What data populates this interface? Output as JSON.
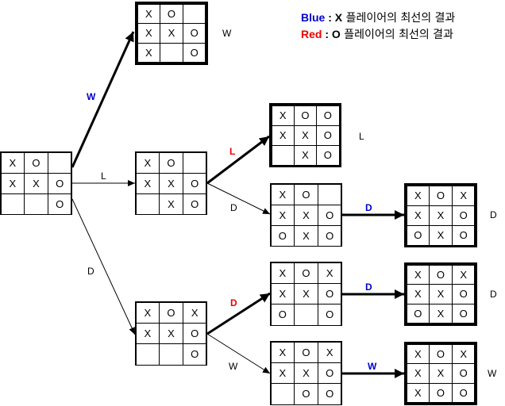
{
  "colors": {
    "blue": "#0000cc",
    "red": "#ee0000",
    "black": "#000000"
  },
  "legend": [
    {
      "key": "Blue",
      "sep": " : ",
      "mark": "X",
      "text": " 플레이어의 최선의 결과",
      "color": "blue"
    },
    {
      "key": "Red",
      "sep": "  : ",
      "mark": "O",
      "text": " 플레이어의 최선의 결과",
      "color": "red"
    }
  ],
  "boards": [
    {
      "id": "root",
      "cells": [
        "X",
        "O",
        "",
        "X",
        "X",
        "O",
        "",
        "",
        "O"
      ],
      "outcome": ""
    },
    {
      "id": "b_w",
      "cells": [
        "X",
        "O",
        "",
        "X",
        "X",
        "O",
        "X",
        "",
        "O"
      ],
      "outcome": "W"
    },
    {
      "id": "b_l",
      "cells": [
        "X",
        "O",
        "",
        "X",
        "X",
        "O",
        "",
        "X",
        "O"
      ],
      "outcome": ""
    },
    {
      "id": "b_d",
      "cells": [
        "X",
        "O",
        "X",
        "X",
        "X",
        "O",
        "",
        "",
        "O"
      ],
      "outcome": ""
    },
    {
      "id": "b_ll",
      "cells": [
        "X",
        "O",
        "O",
        "X",
        "X",
        "O",
        "",
        "X",
        "O"
      ],
      "outcome": "L"
    },
    {
      "id": "b_ld",
      "cells": [
        "X",
        "O",
        "",
        "X",
        "X",
        "O",
        "O",
        "X",
        "O"
      ],
      "outcome": ""
    },
    {
      "id": "b_ldd",
      "cells": [
        "X",
        "O",
        "X",
        "X",
        "X",
        "O",
        "O",
        "X",
        "O"
      ],
      "outcome": "D"
    },
    {
      "id": "b_dd",
      "cells": [
        "X",
        "O",
        "X",
        "X",
        "X",
        "O",
        "O",
        "",
        "O"
      ],
      "outcome": ""
    },
    {
      "id": "b_ddd",
      "cells": [
        "X",
        "O",
        "X",
        "X",
        "X",
        "O",
        "O",
        "X",
        "O"
      ],
      "outcome": "D"
    },
    {
      "id": "b_dw",
      "cells": [
        "X",
        "O",
        "X",
        "X",
        "X",
        "O",
        "",
        "O",
        "O"
      ],
      "outcome": ""
    },
    {
      "id": "b_dww",
      "cells": [
        "X",
        "O",
        "X",
        "X",
        "X",
        "O",
        "X",
        "O",
        "O"
      ],
      "outcome": "W"
    }
  ],
  "edges": [
    {
      "from": "root",
      "to": "b_w",
      "label": "W",
      "color": "blue",
      "bold": true
    },
    {
      "from": "root",
      "to": "b_l",
      "label": "L",
      "color": "black",
      "bold": false
    },
    {
      "from": "root",
      "to": "b_d",
      "label": "D",
      "color": "black",
      "bold": false
    },
    {
      "from": "b_l",
      "to": "b_ll",
      "label": "L",
      "color": "red",
      "bold": true
    },
    {
      "from": "b_l",
      "to": "b_ld",
      "label": "D",
      "color": "black",
      "bold": false
    },
    {
      "from": "b_ld",
      "to": "b_ldd",
      "label": "D",
      "color": "blue",
      "bold": true
    },
    {
      "from": "b_d",
      "to": "b_dd",
      "label": "D",
      "color": "red",
      "bold": true
    },
    {
      "from": "b_d",
      "to": "b_dw",
      "label": "W",
      "color": "black",
      "bold": false
    },
    {
      "from": "b_dd",
      "to": "b_ddd",
      "label": "D",
      "color": "blue",
      "bold": true
    },
    {
      "from": "b_dw",
      "to": "b_dww",
      "label": "W",
      "color": "blue",
      "bold": true
    }
  ]
}
